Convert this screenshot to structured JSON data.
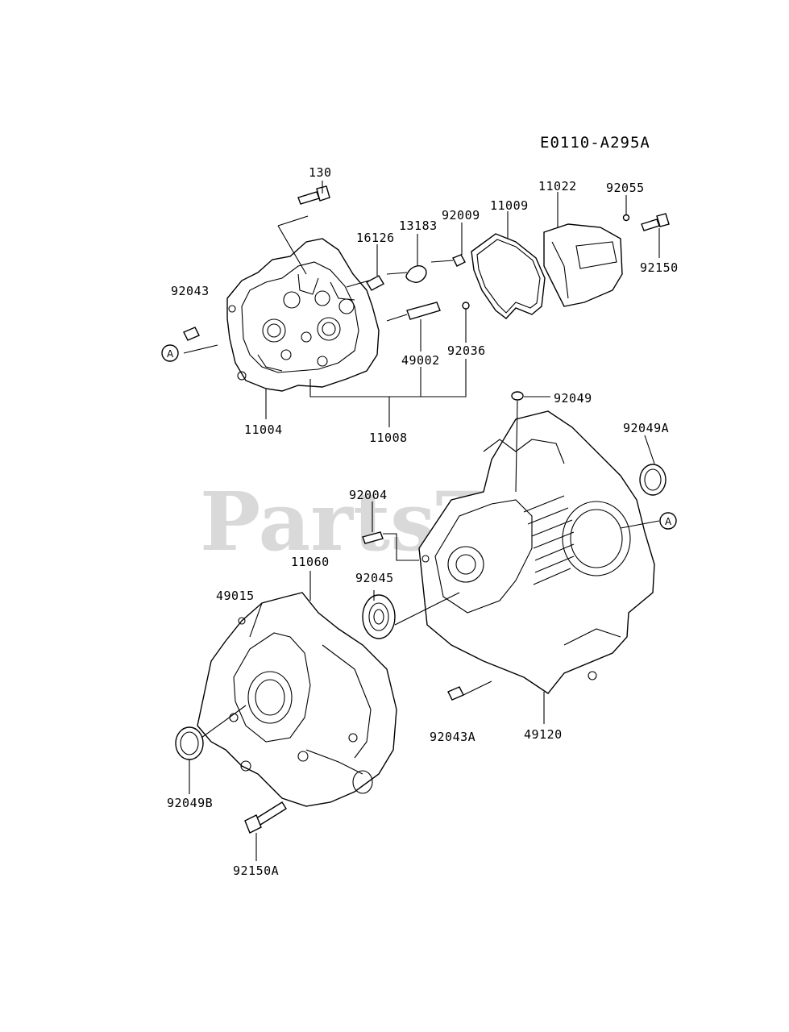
{
  "diagram_code": "E0110-A295A",
  "watermark": "PartsTree",
  "callout_letter": "A",
  "labels": {
    "p130": "130",
    "p92043": "92043",
    "p16126": "16126",
    "p13183": "13183",
    "p92009": "92009",
    "p11009": "11009",
    "p11022": "11022",
    "p92055": "92055",
    "p92150": "92150",
    "p49002": "49002",
    "p92036": "92036",
    "p11004": "11004",
    "p11008": "11008",
    "p92049": "92049",
    "p92049A": "92049A",
    "p92004": "92004",
    "p11060": "11060",
    "p49015": "49015",
    "p92045": "92045",
    "p92043A": "92043A",
    "p49120": "49120",
    "p92049B": "92049B",
    "p92150A": "92150A"
  }
}
